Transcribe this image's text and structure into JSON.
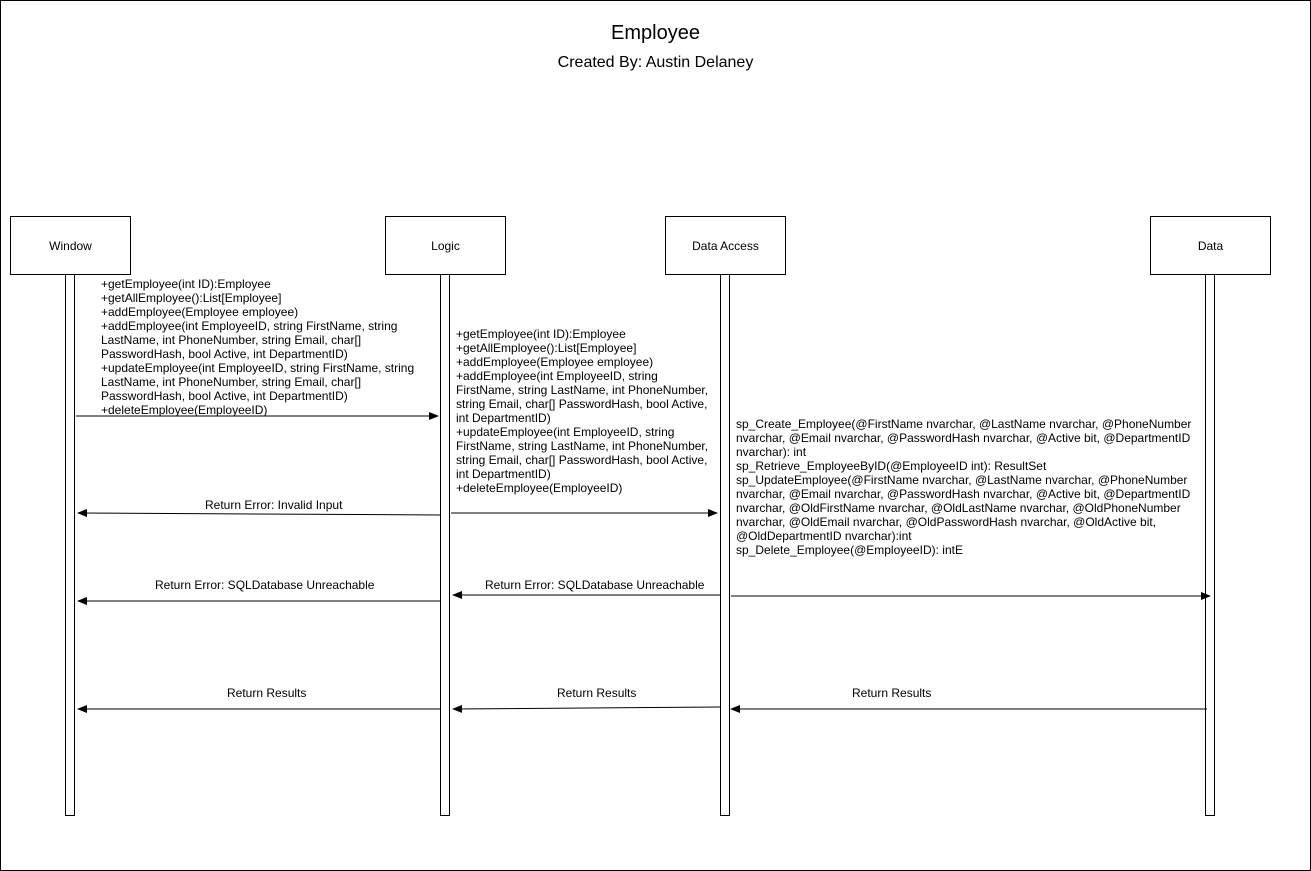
{
  "diagram": {
    "title": "Employee",
    "subtitle": "Created By: Austin Delaney",
    "actors": [
      {
        "name": "Window"
      },
      {
        "name": "Logic"
      },
      {
        "name": "Data Access"
      },
      {
        "name": "Data"
      }
    ],
    "notes": {
      "window_to_logic": [
        "+getEmployee(int ID):Employee",
        "+getAllEmployee():List[Employee]",
        "+addEmployee(Employee employee)",
        "+addEmployee(int EmployeeID, string FirstName, string",
        "LastName, int PhoneNumber, string Email, char[]",
        "PasswordHash, bool Active, int DepartmentID)",
        "+updateEmployee(int EmployeeID, string FirstName, string",
        "LastName, int PhoneNumber, string Email, char[]",
        "PasswordHash, bool Active, int DepartmentID)",
        "+deleteEmployee(EmployeeID)"
      ],
      "logic_to_dataaccess": [
        "+getEmployee(int ID):Employee",
        "+getAllEmployee():List[Employee]",
        "+addEmployee(Employee employee)",
        "+addEmployee(int EmployeeID, string",
        "FirstName, string LastName, int PhoneNumber,",
        "string Email, char[] PasswordHash, bool Active,",
        "int DepartmentID)",
        "+updateEmployee(int EmployeeID, string",
        "FirstName, string LastName, int PhoneNumber,",
        "string Email, char[] PasswordHash, bool Active,",
        "int DepartmentID)",
        "+deleteEmployee(EmployeeID)"
      ],
      "dataaccess_to_data": [
        "sp_Create_Employee(@FirstName nvarchar, @LastName nvarchar, @PhoneNumber",
        "nvarchar, @Email nvarchar, @PasswordHash nvarchar, @Active bit, @DepartmentID",
        "nvarchar): int",
        "sp_Retrieve_EmployeeByID(@EmployeeID int): ResultSet",
        "sp_UpdateEmployee(@FirstName nvarchar, @LastName nvarchar, @PhoneNumber",
        "nvarchar, @Email nvarchar, @PasswordHash nvarchar, @Active bit, @DepartmentID",
        "nvarchar, @OldFirstName nvarchar, @OldLastName nvarchar, @OldPhoneNumber",
        "nvarchar, @OldEmail nvarchar, @OldPasswordHash nvarchar, @OldActive bit,",
        "@OldDepartmentID nvarchar):int",
        "sp_Delete_Employee(@EmployeeID): intE"
      ]
    },
    "messages": {
      "invalid_input": "Return Error: Invalid Input",
      "sql_unreachable_logic": "Return Error: SQLDatabase Unreachable",
      "sql_unreachable_dataaccess": "Return Error: SQLDatabase Unreachable",
      "results_window": "Return Results",
      "results_logic": "Return Results",
      "results_dataaccess": "Return Results"
    }
  }
}
